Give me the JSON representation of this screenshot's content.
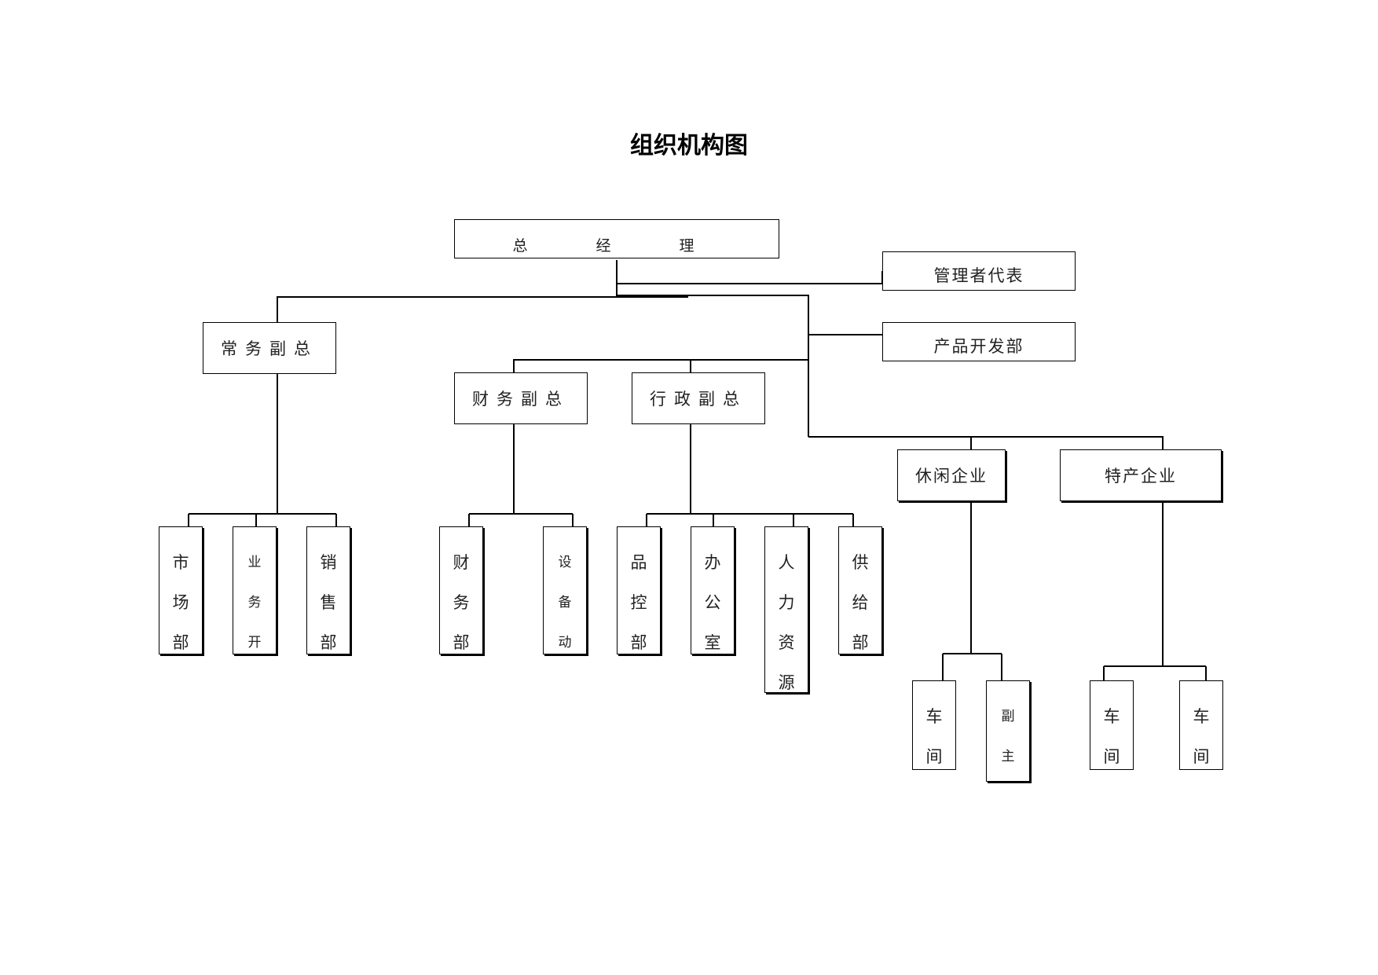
{
  "title": "组织机构图",
  "nodes": {
    "gm": "总　经　理",
    "mgmt_rep": "管理者代表",
    "product_dev": "产品开发部",
    "exec_vp": "常务副总",
    "finance_vp": "财务副总",
    "admin_vp": "行政副总",
    "leisure": "休闲企业",
    "specialty": "特产企业"
  },
  "columns": {
    "market": [
      "市",
      "场",
      "部"
    ],
    "business": [
      "业",
      "务",
      "开"
    ],
    "sales": [
      "销",
      "售",
      "部"
    ],
    "finance": [
      "财",
      "务",
      "部"
    ],
    "equipment": [
      "设",
      "备",
      "动"
    ],
    "qc": [
      "品",
      "控",
      "部"
    ],
    "office": [
      "办",
      "公",
      "室"
    ],
    "hr": [
      "人",
      "力",
      "资",
      "源"
    ],
    "supply": [
      "供",
      "给",
      "部"
    ],
    "workshop1": [
      "车",
      "间"
    ],
    "deputy": [
      "副",
      "主"
    ],
    "workshop2": [
      "车",
      "间"
    ],
    "workshop3": [
      "车",
      "间"
    ]
  }
}
